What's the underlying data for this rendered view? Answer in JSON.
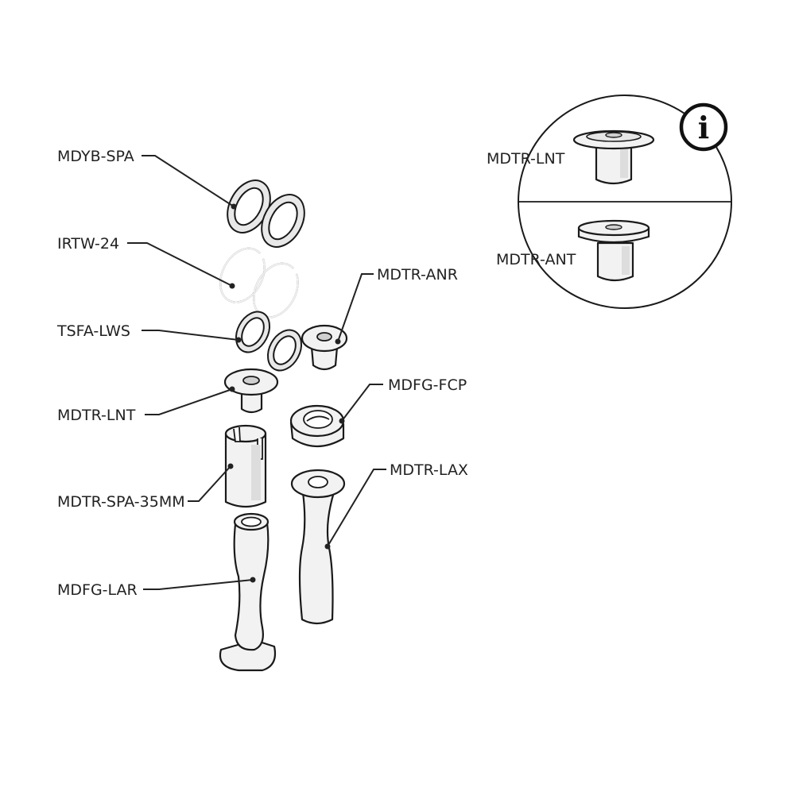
{
  "labels": {
    "mdyb_spa": "MDYB-SPA",
    "irtw_24": "IRTW-24",
    "tsfa_lws": "TSFA-LWS",
    "mdtr_lnt": "MDTR-LNT",
    "mdtr_spa_35mm": "MDTR-SPA-35MM",
    "mdfg_lar": "MDFG-LAR",
    "mdtr_anr": "MDTR-ANR",
    "mdfg_fcp": "MDFG-FCP",
    "mdtr_lax": "MDTR-LAX"
  },
  "inset": {
    "top_label": "MDTR-LNT",
    "bottom_label": "MDTR-ANT",
    "info_icon": "i"
  }
}
